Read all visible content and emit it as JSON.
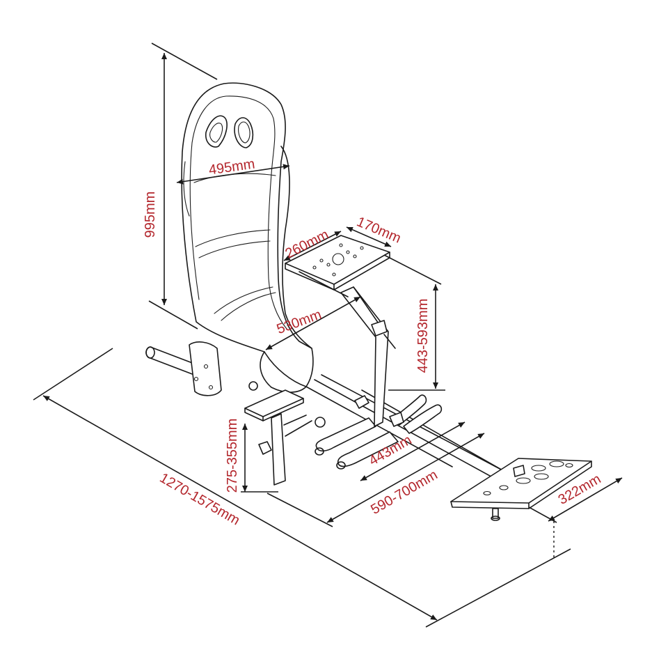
{
  "colors": {
    "line": "#1a1a1a",
    "label": "#b3262c",
    "background": "#ffffff"
  },
  "dimensions": {
    "seat_height": "995mm",
    "seat_width": "495mm",
    "plate_width": "260mm",
    "plate_depth": "170mm",
    "seat_depth": "530mm",
    "plate_height": "443-593mm",
    "shifter_height": "275-355mm",
    "overall_length": "1270-1575mm",
    "base_width": "443mm",
    "pedal_distance": "590-700mm",
    "pedal_width": "322mm"
  }
}
